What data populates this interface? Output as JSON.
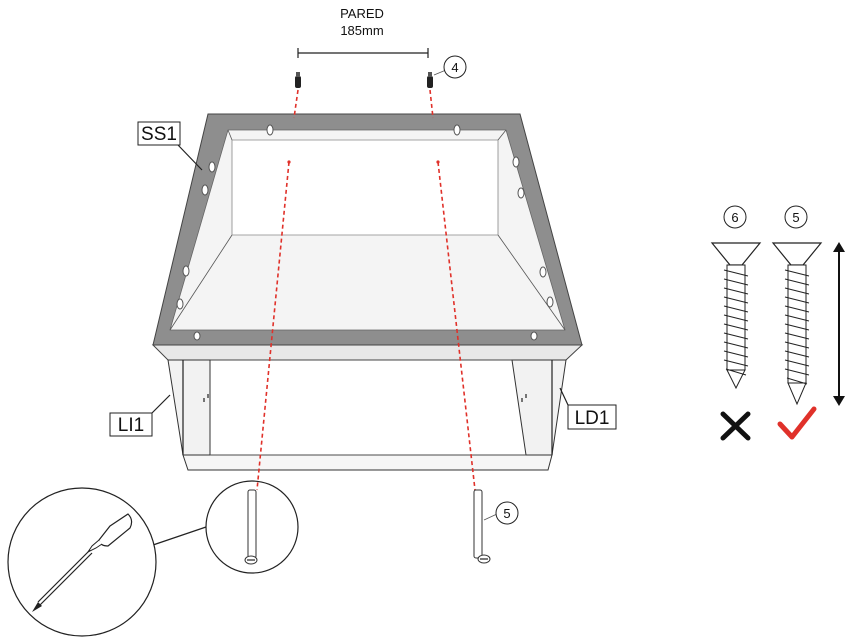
{
  "wall_label": "PARED",
  "distance_label": "185mm",
  "parts": {
    "top_panel": "SS1",
    "left_panel": "LI1",
    "right_panel": "LD1"
  },
  "callouts": {
    "wall_plug": "4",
    "screw_main": "5",
    "screw_wrong": "6",
    "screw_right": "5"
  },
  "colors": {
    "accent_red": "#e0312a",
    "panel_gray": "#8a8a8a"
  },
  "icons": {
    "wrong": "cross-icon",
    "right": "check-icon",
    "tool": "screwdriver-icon"
  }
}
